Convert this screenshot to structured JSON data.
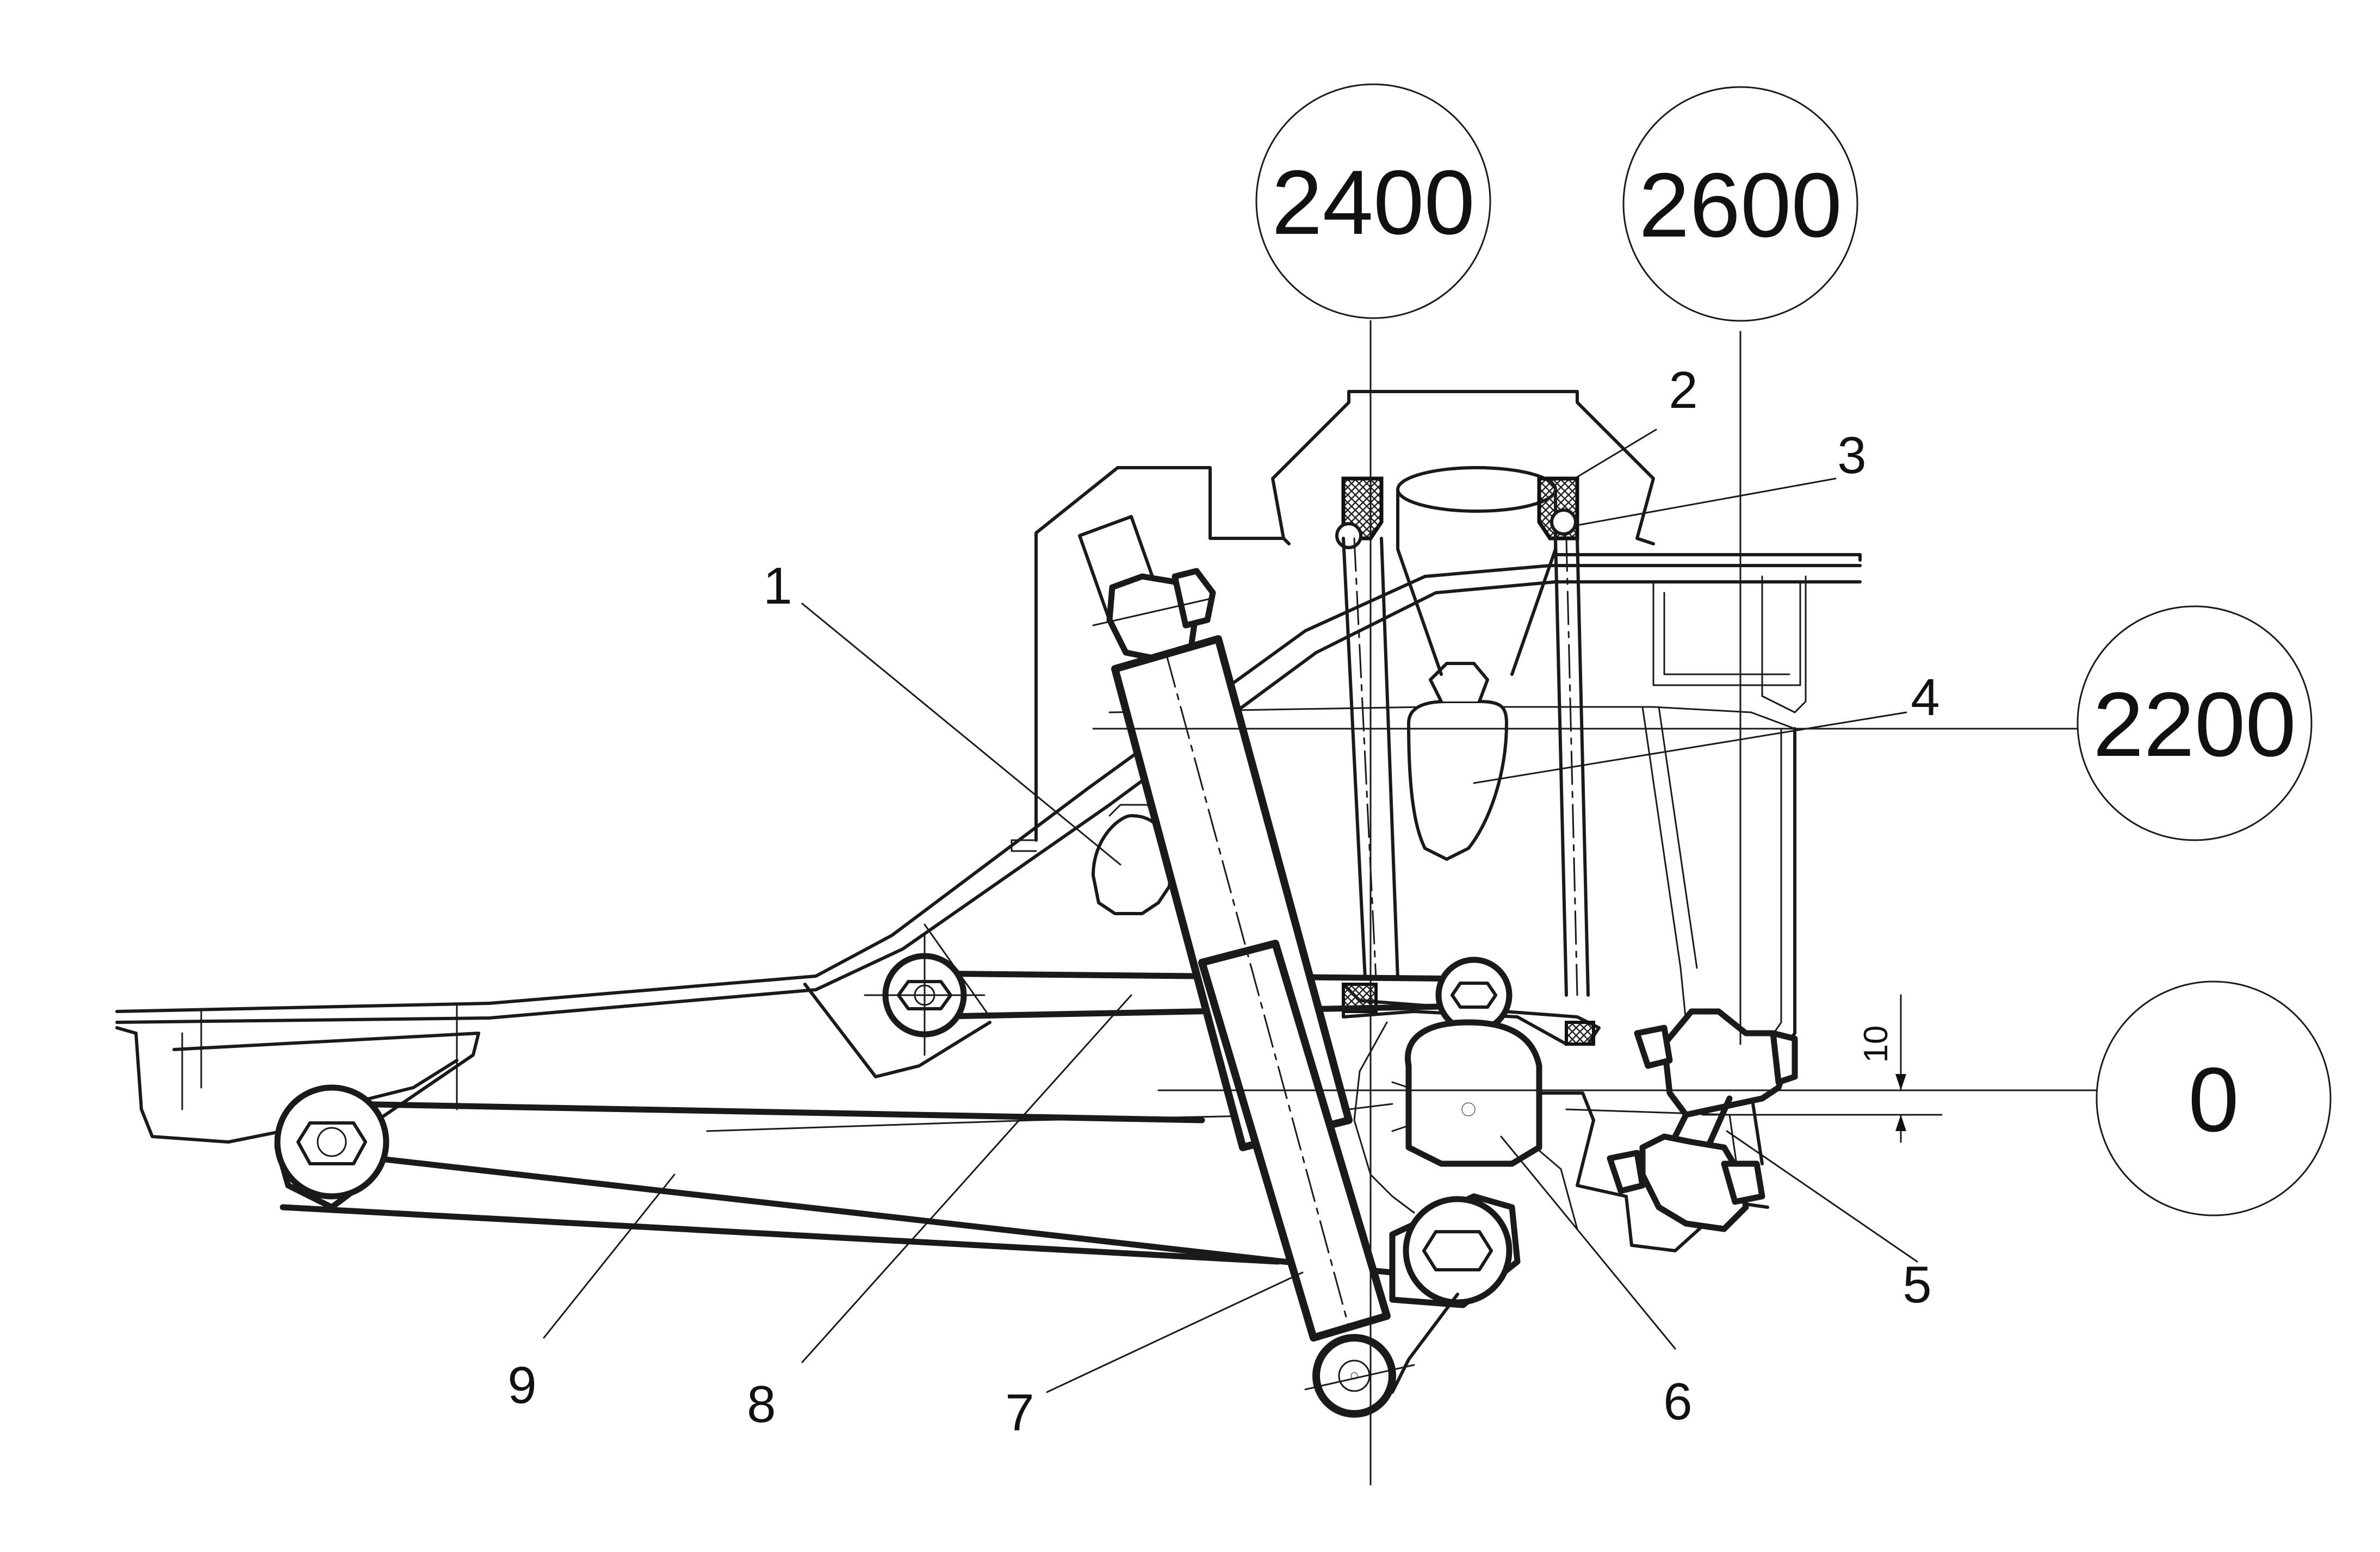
{
  "badges": [
    {
      "id": "badge-2400",
      "label": "2400"
    },
    {
      "id": "badge-2600",
      "label": "2600"
    },
    {
      "id": "badge-2200",
      "label": "2200"
    },
    {
      "id": "badge-0",
      "label": "0"
    }
  ],
  "callouts": [
    {
      "id": "1",
      "label": "1"
    },
    {
      "id": "2",
      "label": "2"
    },
    {
      "id": "3",
      "label": "3"
    },
    {
      "id": "4",
      "label": "4"
    },
    {
      "id": "5",
      "label": "5"
    },
    {
      "id": "6",
      "label": "6"
    },
    {
      "id": "7",
      "label": "7"
    },
    {
      "id": "8",
      "label": "8"
    },
    {
      "id": "9",
      "label": "9"
    }
  ],
  "dimension": {
    "value": "10"
  }
}
